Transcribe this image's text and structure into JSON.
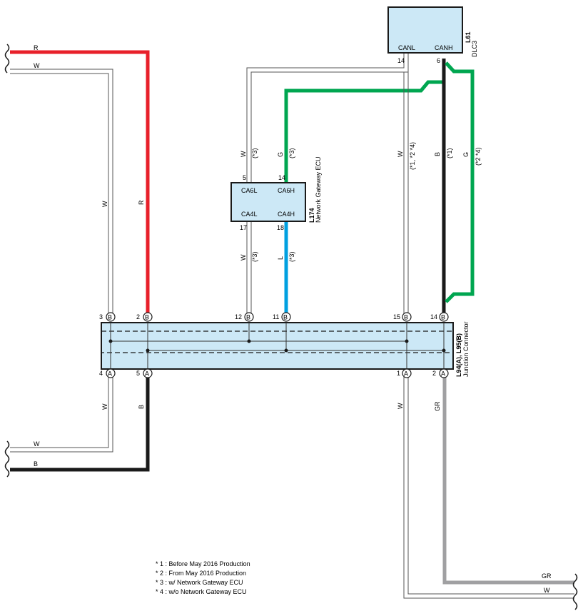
{
  "wire_labels": {
    "r_top": "R",
    "w_top": "W",
    "w_bottom_left": "W",
    "b_bottom_left": "B",
    "gr_bottom_right": "GR",
    "w_bottom_right": "W",
    "w_vert_left": "W",
    "r_vert": "R",
    "w_vert_left_lower": "W",
    "b_vert_lower": "B",
    "w_ca6l": "W",
    "ca6l_note": "(*3)",
    "g_ca6h": "G",
    "ca6h_note": "(*3)",
    "w_ca4l": "W",
    "ca4l_note": "(*3)",
    "l_ca4h": "L",
    "ca4h_note": "(*3)",
    "w_canl": "W",
    "canl_note": "(*1, *2 *4)",
    "b_canh": "B",
    "canh_note": "(*1)",
    "g_canh": "G",
    "g_canh_note": "(*2 *4)",
    "w_vert_right_lower": "W",
    "gr_vert_lower": "GR"
  },
  "dlc3": {
    "pin_canl": "CANL",
    "pin_canh": "CANH",
    "code": "L61",
    "name": "DLC3",
    "pin_num_14": "14",
    "pin_num_6": "6"
  },
  "gateway": {
    "pin_ca6l": "CA6L",
    "pin_ca6h": "CA6H",
    "pin_ca4l": "CA4L",
    "pin_ca4h": "CA4H",
    "code": "L174",
    "name": "Network Gateway ECU",
    "num_5": "5",
    "num_14": "14",
    "num_17": "17",
    "num_18": "18"
  },
  "junction": {
    "code": "L94(A), L95(B)",
    "name": "Junction Connector",
    "top_pins": [
      {
        "num": "3",
        "conn": "B"
      },
      {
        "num": "2",
        "conn": "B"
      },
      {
        "num": "12",
        "conn": "B"
      },
      {
        "num": "11",
        "conn": "B"
      },
      {
        "num": "15",
        "conn": "B"
      },
      {
        "num": "14",
        "conn": "B"
      }
    ],
    "bottom_pins": [
      {
        "num": "4",
        "conn": "A"
      },
      {
        "num": "5",
        "conn": "A"
      },
      {
        "num": "1",
        "conn": "A"
      },
      {
        "num": "2",
        "conn": "A"
      }
    ]
  },
  "notes": [
    "* 1 : Before May 2016 Production",
    "* 2 : From May 2016 Production",
    "* 3 : w/ Network Gateway ECU",
    "* 4 : w/o Network Gateway ECU"
  ],
  "colors": {
    "red": "#e8202a",
    "green": "#00a650",
    "blue": "#00a0e0",
    "black": "#1a1a1a",
    "gray": "#a0a0a2",
    "box_fill": "#cce8f6"
  }
}
